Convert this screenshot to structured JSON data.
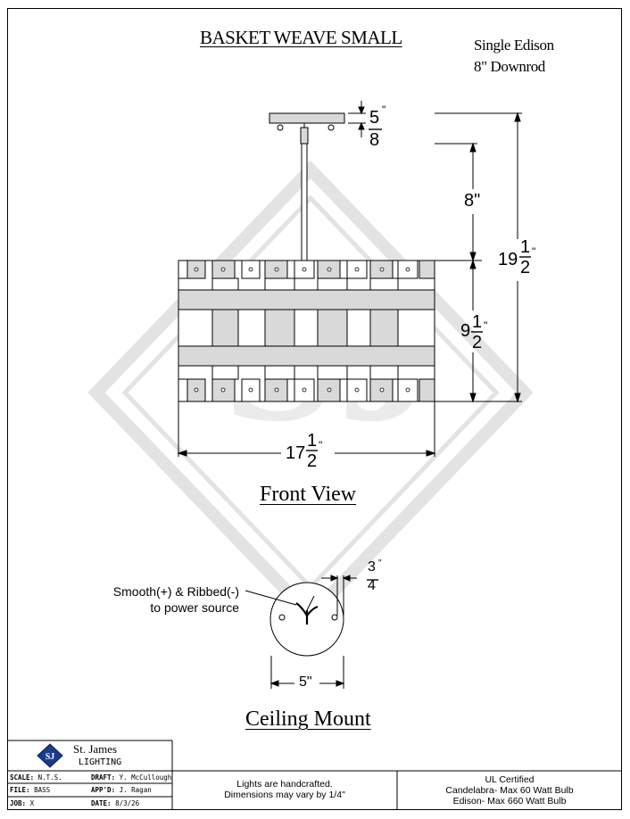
{
  "drawing": {
    "title": "BASKET WEAVE SMALL",
    "subtitle_line1": "Single Edison",
    "subtitle_line2": "8\" Downrod"
  },
  "front_view": {
    "label": "Front View",
    "dims": {
      "canopy_height_num": "5",
      "canopy_height_den": "8",
      "downrod": "8\"",
      "overall_whole": "19",
      "overall_num": "1",
      "overall_den": "2",
      "shade_height_whole": "9",
      "shade_height_num": "1",
      "shade_height_den": "2",
      "width_whole": "17",
      "width_num": "1",
      "width_den": "2",
      "inch_mark": "\""
    }
  },
  "ceiling_mount": {
    "label": "Ceiling Mount",
    "note_line1": "Smooth(+) & Ribbed(-)",
    "note_line2": "to power source",
    "offset_num": "3",
    "offset_den": "4",
    "diameter": "5\""
  },
  "title_block": {
    "company_line1": "St. James",
    "company_line2": "LIGHTING",
    "scale_label": "SCALE:",
    "scale_value": "N.T.S.",
    "file_label": "FILE:",
    "file_value": "BASS",
    "job_label": "JOB:",
    "job_value": "X",
    "draft_label": "DRAFT:",
    "draft_value": "Y. McCullough",
    "appd_label": "APP'D:",
    "appd_value": "J. Ragan",
    "date_label": "DATE:",
    "date_value": "8/3/26",
    "center_line1": "Lights are handcrafted.",
    "center_line2": "Dimensions may vary by 1/4\"",
    "right_line1": "UL Certified",
    "right_line2": "Candelabra- Max 60 Watt Bulb",
    "right_line3": "Edison- Max 660 Watt Bulb"
  },
  "watermark": {
    "letters": "SJ",
    "color": "#e6e6e6"
  }
}
